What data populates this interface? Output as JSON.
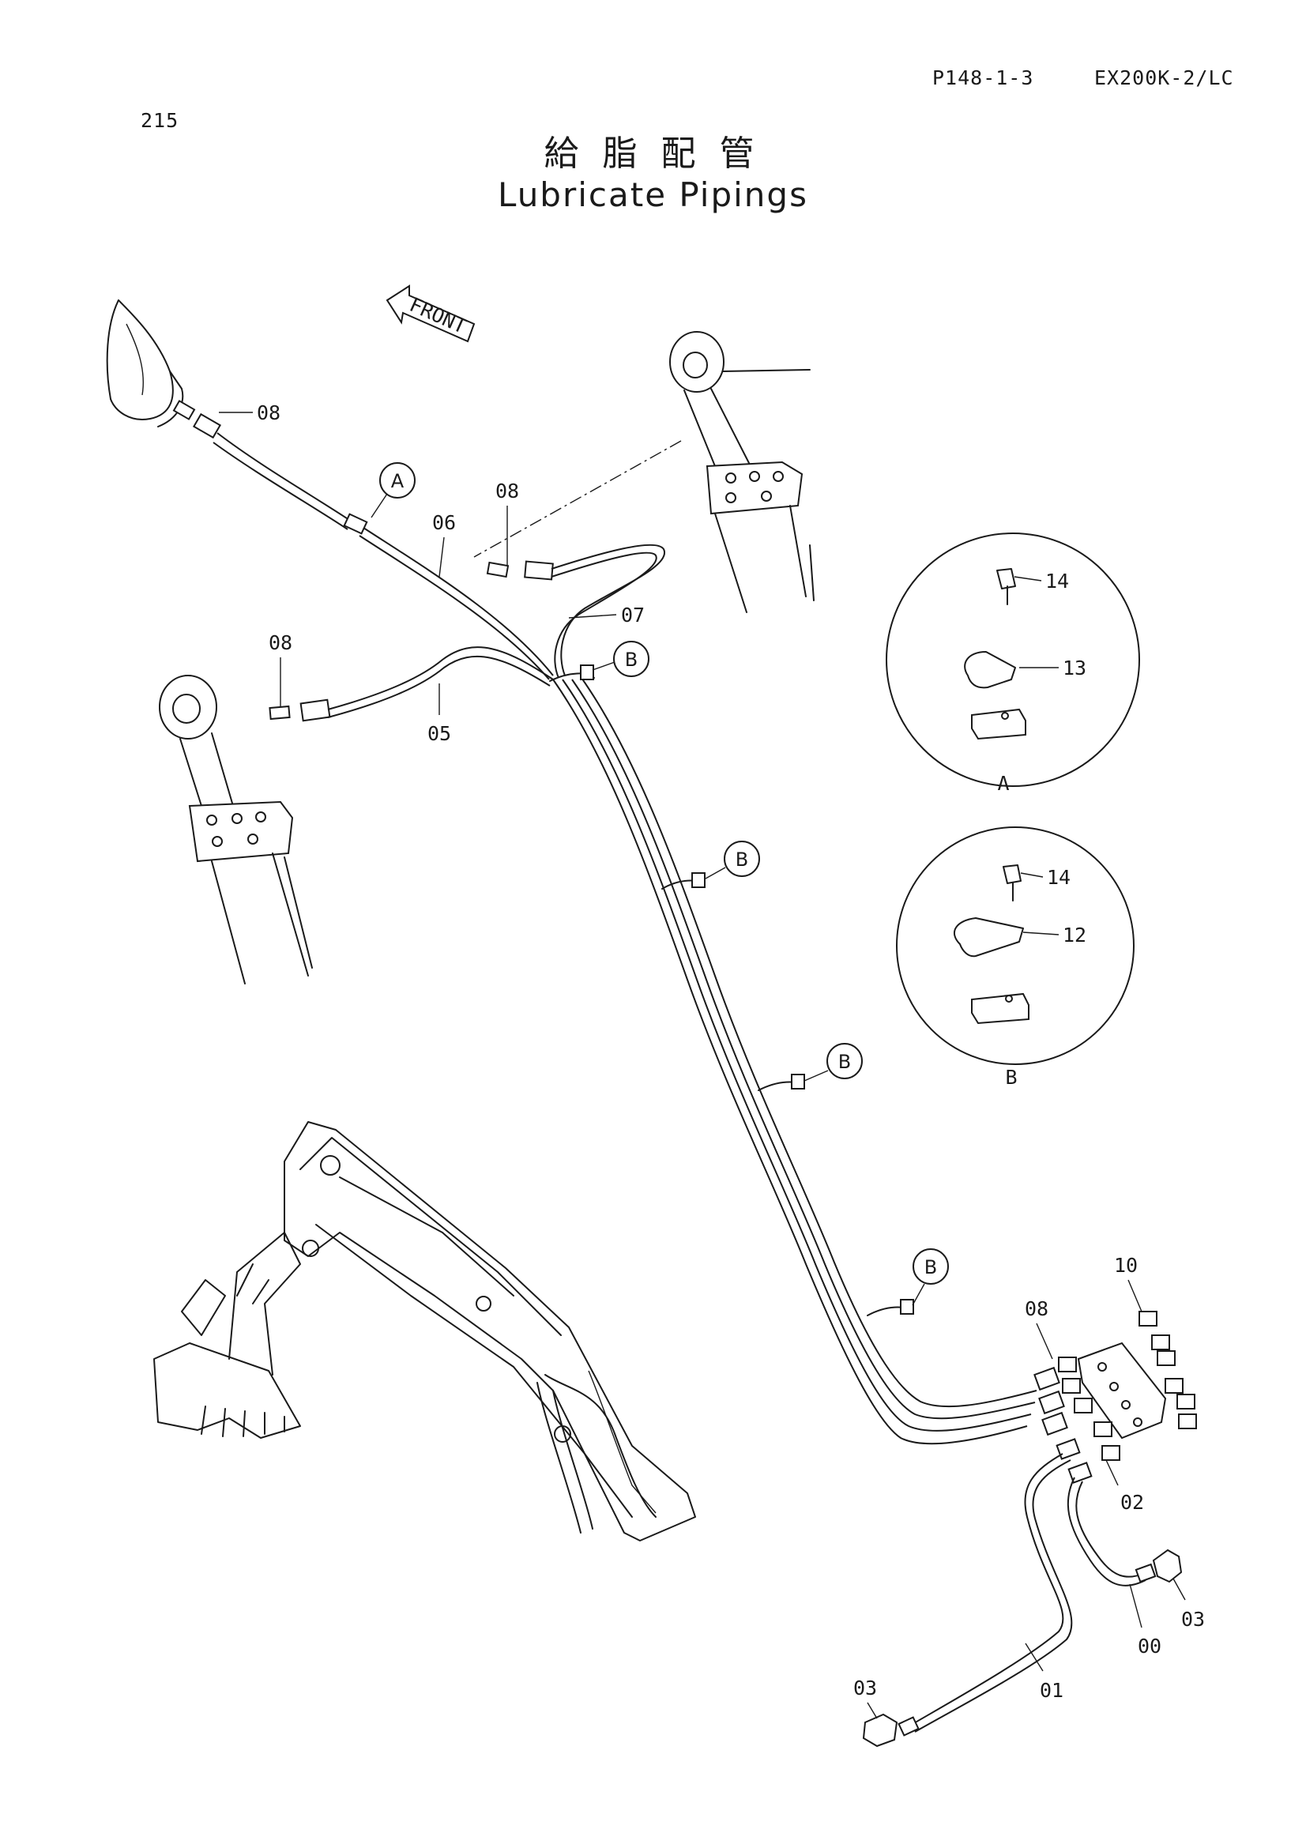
{
  "header": {
    "ref": "P148-1-3",
    "model": "EX200K-2/LC",
    "page_number": "215"
  },
  "title": {
    "japanese": "給脂配管",
    "english": "Lubricate Pipings"
  },
  "front_arrow": "FRONT",
  "callouts": {
    "a1": "A",
    "b1": "B",
    "b2": "B",
    "b3": "B",
    "b4": "B"
  },
  "detail_views": {
    "a_label": "A",
    "b_label": "B"
  },
  "part_labels": {
    "top_left_08": "08",
    "mid_08": "08",
    "left_08": "08",
    "hose_06": "06",
    "hose_07": "07",
    "hose_05": "05",
    "a_14": "14",
    "a_13": "13",
    "b_14": "14",
    "b_12": "12",
    "manifold_10": "10",
    "manifold_08": "08",
    "manifold_02": "02",
    "right_03": "03",
    "pipe_00": "00",
    "left_03": "03",
    "pipe_01": "01"
  }
}
